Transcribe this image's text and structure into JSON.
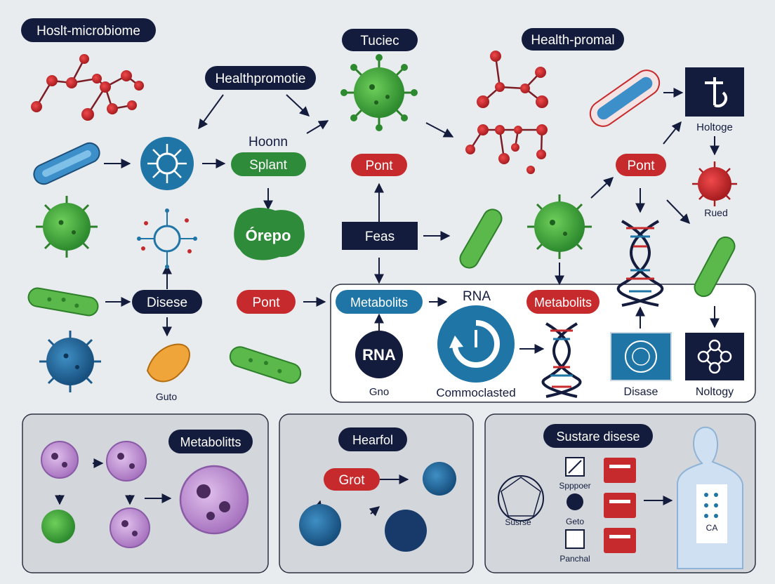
{
  "labels": {
    "host_microbiome": "Hoslt-microbiome",
    "healthpromotie": "Healthpromotie",
    "tuciec": "Tuciec",
    "health_promal": "Health-promal",
    "hoonn": "Hoonn",
    "splant": "Splant",
    "orepo": "Órepo",
    "pont_top": "Pont",
    "pont_right": "Pont",
    "pont_left": "Pont",
    "feas": "Feas",
    "disese": "Disese",
    "guto": "Guto",
    "holtoge": "Holtoge",
    "rued": "Rued",
    "metabolits_blue": "Metabolits",
    "rna_small": "RNA",
    "metabolits_red": "Metabolits",
    "rna_circle": "RNA",
    "gno": "Gno",
    "commoclasted": "Commoclasted",
    "disase": "Disase",
    "noltogy": "Noltogy",
    "metabolitts": "Metabolitts",
    "hearfol": "Hearfol",
    "grot": "Grot",
    "sustare_disese": "Sustare disese",
    "spppoer": "Spppoer",
    "susrse": "Susrse",
    "geto": "Geto",
    "panchal": "Panchal",
    "ca": "CA"
  },
  "colors": {
    "navy": "#141c3d",
    "green": "#2e8b3a",
    "red": "#c62a2c",
    "blue": "#1f76a6",
    "purple": "#b686c9",
    "background": "#e9ecef"
  },
  "icons": [
    "molecule-icon",
    "virus-icon",
    "bacteria-icon",
    "network-icon",
    "dna-icon",
    "cell-icon",
    "body-icon",
    "chart-icon"
  ]
}
